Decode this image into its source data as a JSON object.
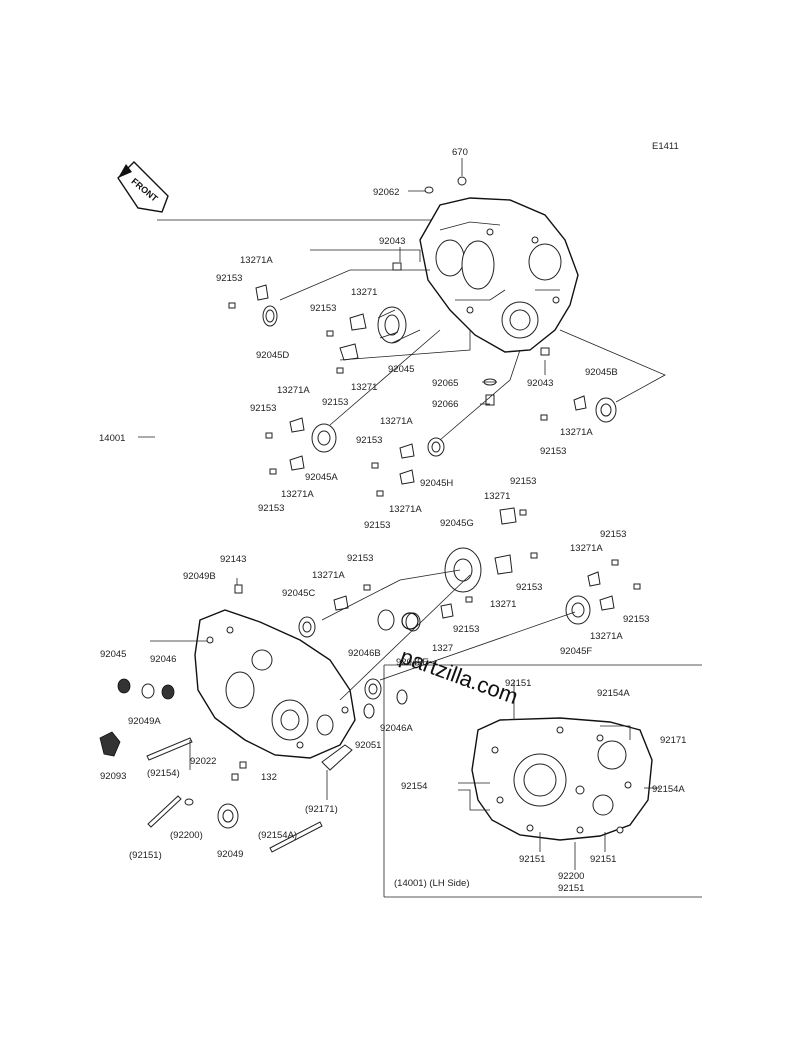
{
  "diagram_code": "E1411",
  "front_label": "FRONT",
  "watermark": "partzilla.com",
  "inset_caption": "(14001)  (LH Side)",
  "labels": [
    {
      "id": "670",
      "text": "670"
    },
    {
      "id": "92062",
      "text": "92062"
    },
    {
      "id": "92043a",
      "text": "92043"
    },
    {
      "id": "13271A_1",
      "text": "13271A"
    },
    {
      "id": "92153_1",
      "text": "92153"
    },
    {
      "id": "13271_1",
      "text": "13271"
    },
    {
      "id": "92153_2",
      "text": "92153"
    },
    {
      "id": "92045D",
      "text": "92045D"
    },
    {
      "id": "92045",
      "text": "92045"
    },
    {
      "id": "92153_3",
      "text": "92153"
    },
    {
      "id": "13271_2",
      "text": "13271"
    },
    {
      "id": "13271A_2",
      "text": "13271A"
    },
    {
      "id": "92153_4",
      "text": "92153"
    },
    {
      "id": "92065",
      "text": "92065"
    },
    {
      "id": "92066",
      "text": "92066"
    },
    {
      "id": "92043b",
      "text": "92043"
    },
    {
      "id": "92045B",
      "text": "92045B"
    },
    {
      "id": "14001",
      "text": "14001"
    },
    {
      "id": "13271A_3",
      "text": "13271A"
    },
    {
      "id": "92153_5",
      "text": "92153"
    },
    {
      "id": "13271A_4",
      "text": "13271A"
    },
    {
      "id": "92153_6",
      "text": "92153"
    },
    {
      "id": "92045A",
      "text": "92045A"
    },
    {
      "id": "13271A_5",
      "text": "13271A"
    },
    {
      "id": "92153_7",
      "text": "92153"
    },
    {
      "id": "92045H",
      "text": "92045H"
    },
    {
      "id": "13271A_6",
      "text": "13271A"
    },
    {
      "id": "92153_8",
      "text": "92153"
    },
    {
      "id": "92153_9",
      "text": "92153"
    },
    {
      "id": "13271_3",
      "text": "13271"
    },
    {
      "id": "92045G",
      "text": "92045G"
    },
    {
      "id": "92143",
      "text": "92143"
    },
    {
      "id": "92049B",
      "text": "92049B"
    },
    {
      "id": "92153_10",
      "text": "92153"
    },
    {
      "id": "13271A_7",
      "text": "13271A"
    },
    {
      "id": "92045C",
      "text": "92045C"
    },
    {
      "id": "92153_11",
      "text": "92153"
    },
    {
      "id": "13271_4",
      "text": "13271"
    },
    {
      "id": "92153_12",
      "text": "92153"
    },
    {
      "id": "13271A_8",
      "text": "13271A"
    },
    {
      "id": "92153_13",
      "text": "92153"
    },
    {
      "id": "92153_14",
      "text": "92153"
    },
    {
      "id": "13271A_9",
      "text": "13271A"
    },
    {
      "id": "92045_2",
      "text": "92045"
    },
    {
      "id": "92046a",
      "text": "92046"
    },
    {
      "id": "92046B",
      "text": "92046B"
    },
    {
      "id": "92045E",
      "text": "92045E"
    },
    {
      "id": "1327x",
      "text": "1327"
    },
    {
      "id": "92045F",
      "text": "92045F"
    },
    {
      "id": "92049A",
      "text": "92049A"
    },
    {
      "id": "92046A",
      "text": "92046A"
    },
    {
      "id": "92051",
      "text": "92051"
    },
    {
      "id": "92022",
      "text": "92022"
    },
    {
      "id": "132",
      "text": "132"
    },
    {
      "id": "92154p",
      "text": "(92154)"
    },
    {
      "id": "92093",
      "text": "92093"
    },
    {
      "id": "92171p",
      "text": "(92171)"
    },
    {
      "id": "92200p",
      "text": "(92200)"
    },
    {
      "id": "92154Ap",
      "text": "(92154A)"
    },
    {
      "id": "92049",
      "text": "92049"
    },
    {
      "id": "92151p",
      "text": "(92151)"
    },
    {
      "id": "92151_i1",
      "text": "92151"
    },
    {
      "id": "92154A_i1",
      "text": "92154A"
    },
    {
      "id": "92171_i",
      "text": "92171"
    },
    {
      "id": "92154_i",
      "text": "92154"
    },
    {
      "id": "92154A_i2",
      "text": "92154A"
    },
    {
      "id": "92151_i2",
      "text": "92151"
    },
    {
      "id": "92151_i3",
      "text": "92151"
    },
    {
      "id": "92200_i",
      "text": "92200"
    },
    {
      "id": "92151_i4",
      "text": "92151"
    }
  ]
}
